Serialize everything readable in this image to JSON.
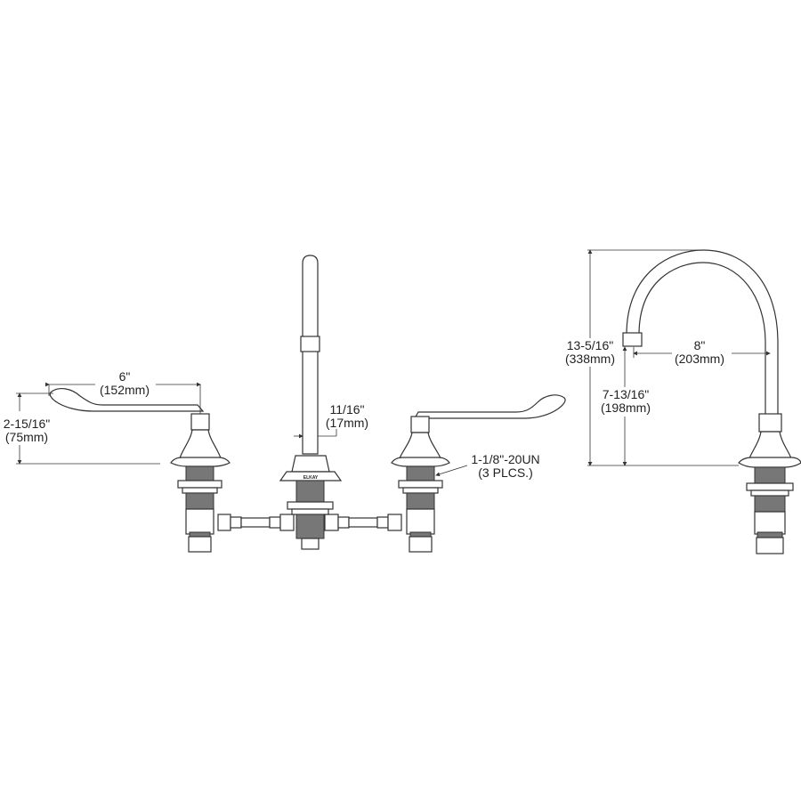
{
  "dimensions": {
    "handle_length": {
      "imperial": "6\"",
      "metric": "(152mm)"
    },
    "handle_height": {
      "imperial": "2-15/16\"",
      "metric": "(75mm)"
    },
    "spout_diameter": {
      "imperial": "11/16\"",
      "metric": "(17mm)"
    },
    "thread_spec": {
      "imperial": "1-1/8\"-20UN",
      "metric": "(3 PLCS.)"
    },
    "spout_height": {
      "imperial": "13-5/16\"",
      "metric": "(338mm)"
    },
    "spout_reach": {
      "imperial": "8\"",
      "metric": "(203mm)"
    },
    "spout_outlet_height": {
      "imperial": "7-13/16\"",
      "metric": "(198mm)"
    }
  },
  "logo": "ELKAY",
  "colors": {
    "line": "#333333",
    "thread": "#777777",
    "background": "#ffffff"
  }
}
